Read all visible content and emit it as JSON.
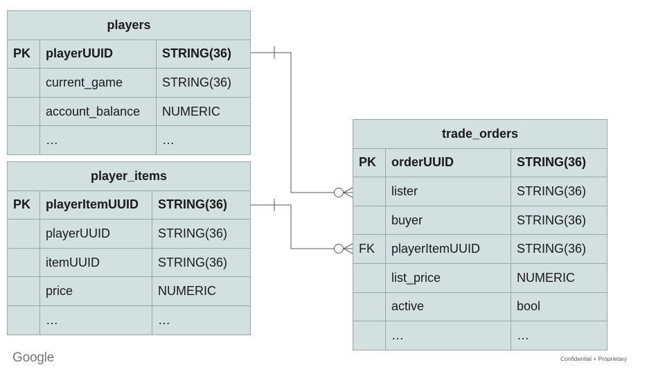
{
  "tables": {
    "players": {
      "title": "players",
      "rows": [
        {
          "key": "PK",
          "name": "playerUUID",
          "type": "STRING(36)"
        },
        {
          "key": "",
          "name": "current_game",
          "type": "STRING(36)"
        },
        {
          "key": "",
          "name": "account_balance",
          "type": "NUMERIC"
        },
        {
          "key": "",
          "name": "…",
          "type": "…"
        }
      ]
    },
    "player_items": {
      "title": "player_items",
      "rows": [
        {
          "key": "PK",
          "name": "playerItemUUID",
          "type": "STRING(36)"
        },
        {
          "key": "",
          "name": "playerUUID",
          "type": "STRING(36)"
        },
        {
          "key": "",
          "name": "itemUUID",
          "type": "STRING(36)"
        },
        {
          "key": "",
          "name": "price",
          "type": "NUMERIC"
        },
        {
          "key": "",
          "name": "…",
          "type": "…"
        }
      ]
    },
    "trade_orders": {
      "title": "trade_orders",
      "rows": [
        {
          "key": "PK",
          "name": "orderUUID",
          "type": "STRING(36)"
        },
        {
          "key": "",
          "name": "lister",
          "type": "STRING(36)"
        },
        {
          "key": "",
          "name": "buyer",
          "type": "STRING(36)"
        },
        {
          "key": "FK",
          "name": "playerItemUUID",
          "type": "STRING(36)"
        },
        {
          "key": "",
          "name": "list_price",
          "type": "NUMERIC"
        },
        {
          "key": "",
          "name": "active",
          "type": "bool"
        },
        {
          "key": "",
          "name": "…",
          "type": "…"
        }
      ]
    }
  },
  "relationships": [
    {
      "from": "players.playerUUID",
      "to": "trade_orders.lister",
      "from_cardinality": "one",
      "to_cardinality": "zero-or-many"
    },
    {
      "from": "player_items.playerItemUUID",
      "to": "trade_orders.playerItemUUID",
      "from_cardinality": "one",
      "to_cardinality": "zero-or-many"
    }
  ],
  "footer": {
    "logo": "Google",
    "note": "Confidential + Proprietary"
  },
  "colors": {
    "table_fill": "#d2e0e0",
    "table_border": "#9aa6a6",
    "line": "#555555"
  }
}
